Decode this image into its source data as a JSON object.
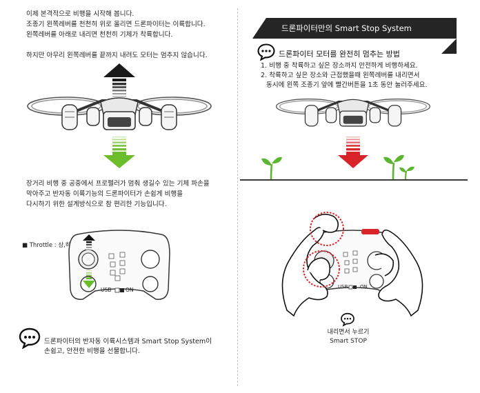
{
  "left": {
    "intro_lines": [
      "이제 본격적으로 비행을 시작해 봅니다.",
      "조종기 왼쪽레버를 천천히 위로 올리면 드론파이터는 이륙합니다.",
      "왼쪽레버를 아래로 내리면 천천히 기체가 착륙합니다."
    ],
    "warning": "하지만 아무리 왼쪽레버를 끝까지 내려도 모터는 멈추지 않습니다.",
    "desc_lines": [
      "장거리 비행 중 공중에서 프로펠러가 멈춰 생길수 있는 기체 파손을",
      "막아주고  반자동 이륙기능의 드론파이터가 손쉽게 비행을",
      "다시하기 위한 설계방식으로 참 편리한 기능입니다."
    ],
    "throttle_label": "■  Throttle : 상,하 이동",
    "controller_usb": "USB",
    "controller_on": "ON",
    "footer_lines": [
      "드론파이터의 반자동 이륙시스템과 Smart Stop System이",
      "손쉽고, 안전한 비행을 선물합니다."
    ]
  },
  "right": {
    "banner_title": "드론파이터만의 Smart Stop System",
    "heading": "드론파이터 모터를 완전히 멈추는 방법",
    "steps": [
      "1. 비행 중 착륙하고 싶은 장소까지 안전하게 비행하세요.",
      "2. 착륙하고 싶은 장소와 근접했을때 왼쪽레버를 내리면서",
      "동시에 왼쪽 조종기 앞에 빨간버튼을 1초 동안 눌러주세요."
    ],
    "controller_usb": "USB",
    "controller_on": "ON",
    "caption_lines": [
      "내리면서 누르기",
      "Smart STOP"
    ]
  },
  "colors": {
    "green_arrow": "#6bbd2b",
    "red_arrow": "#d8232a",
    "banner": "#252525",
    "red_circle": "#d8232a",
    "plant": "#5cb531"
  },
  "icons": [
    "speech-bubble-icon",
    "drone-image",
    "up-arrow-icon",
    "down-arrow-icon",
    "controller-image",
    "plant-icon",
    "hands-image"
  ]
}
